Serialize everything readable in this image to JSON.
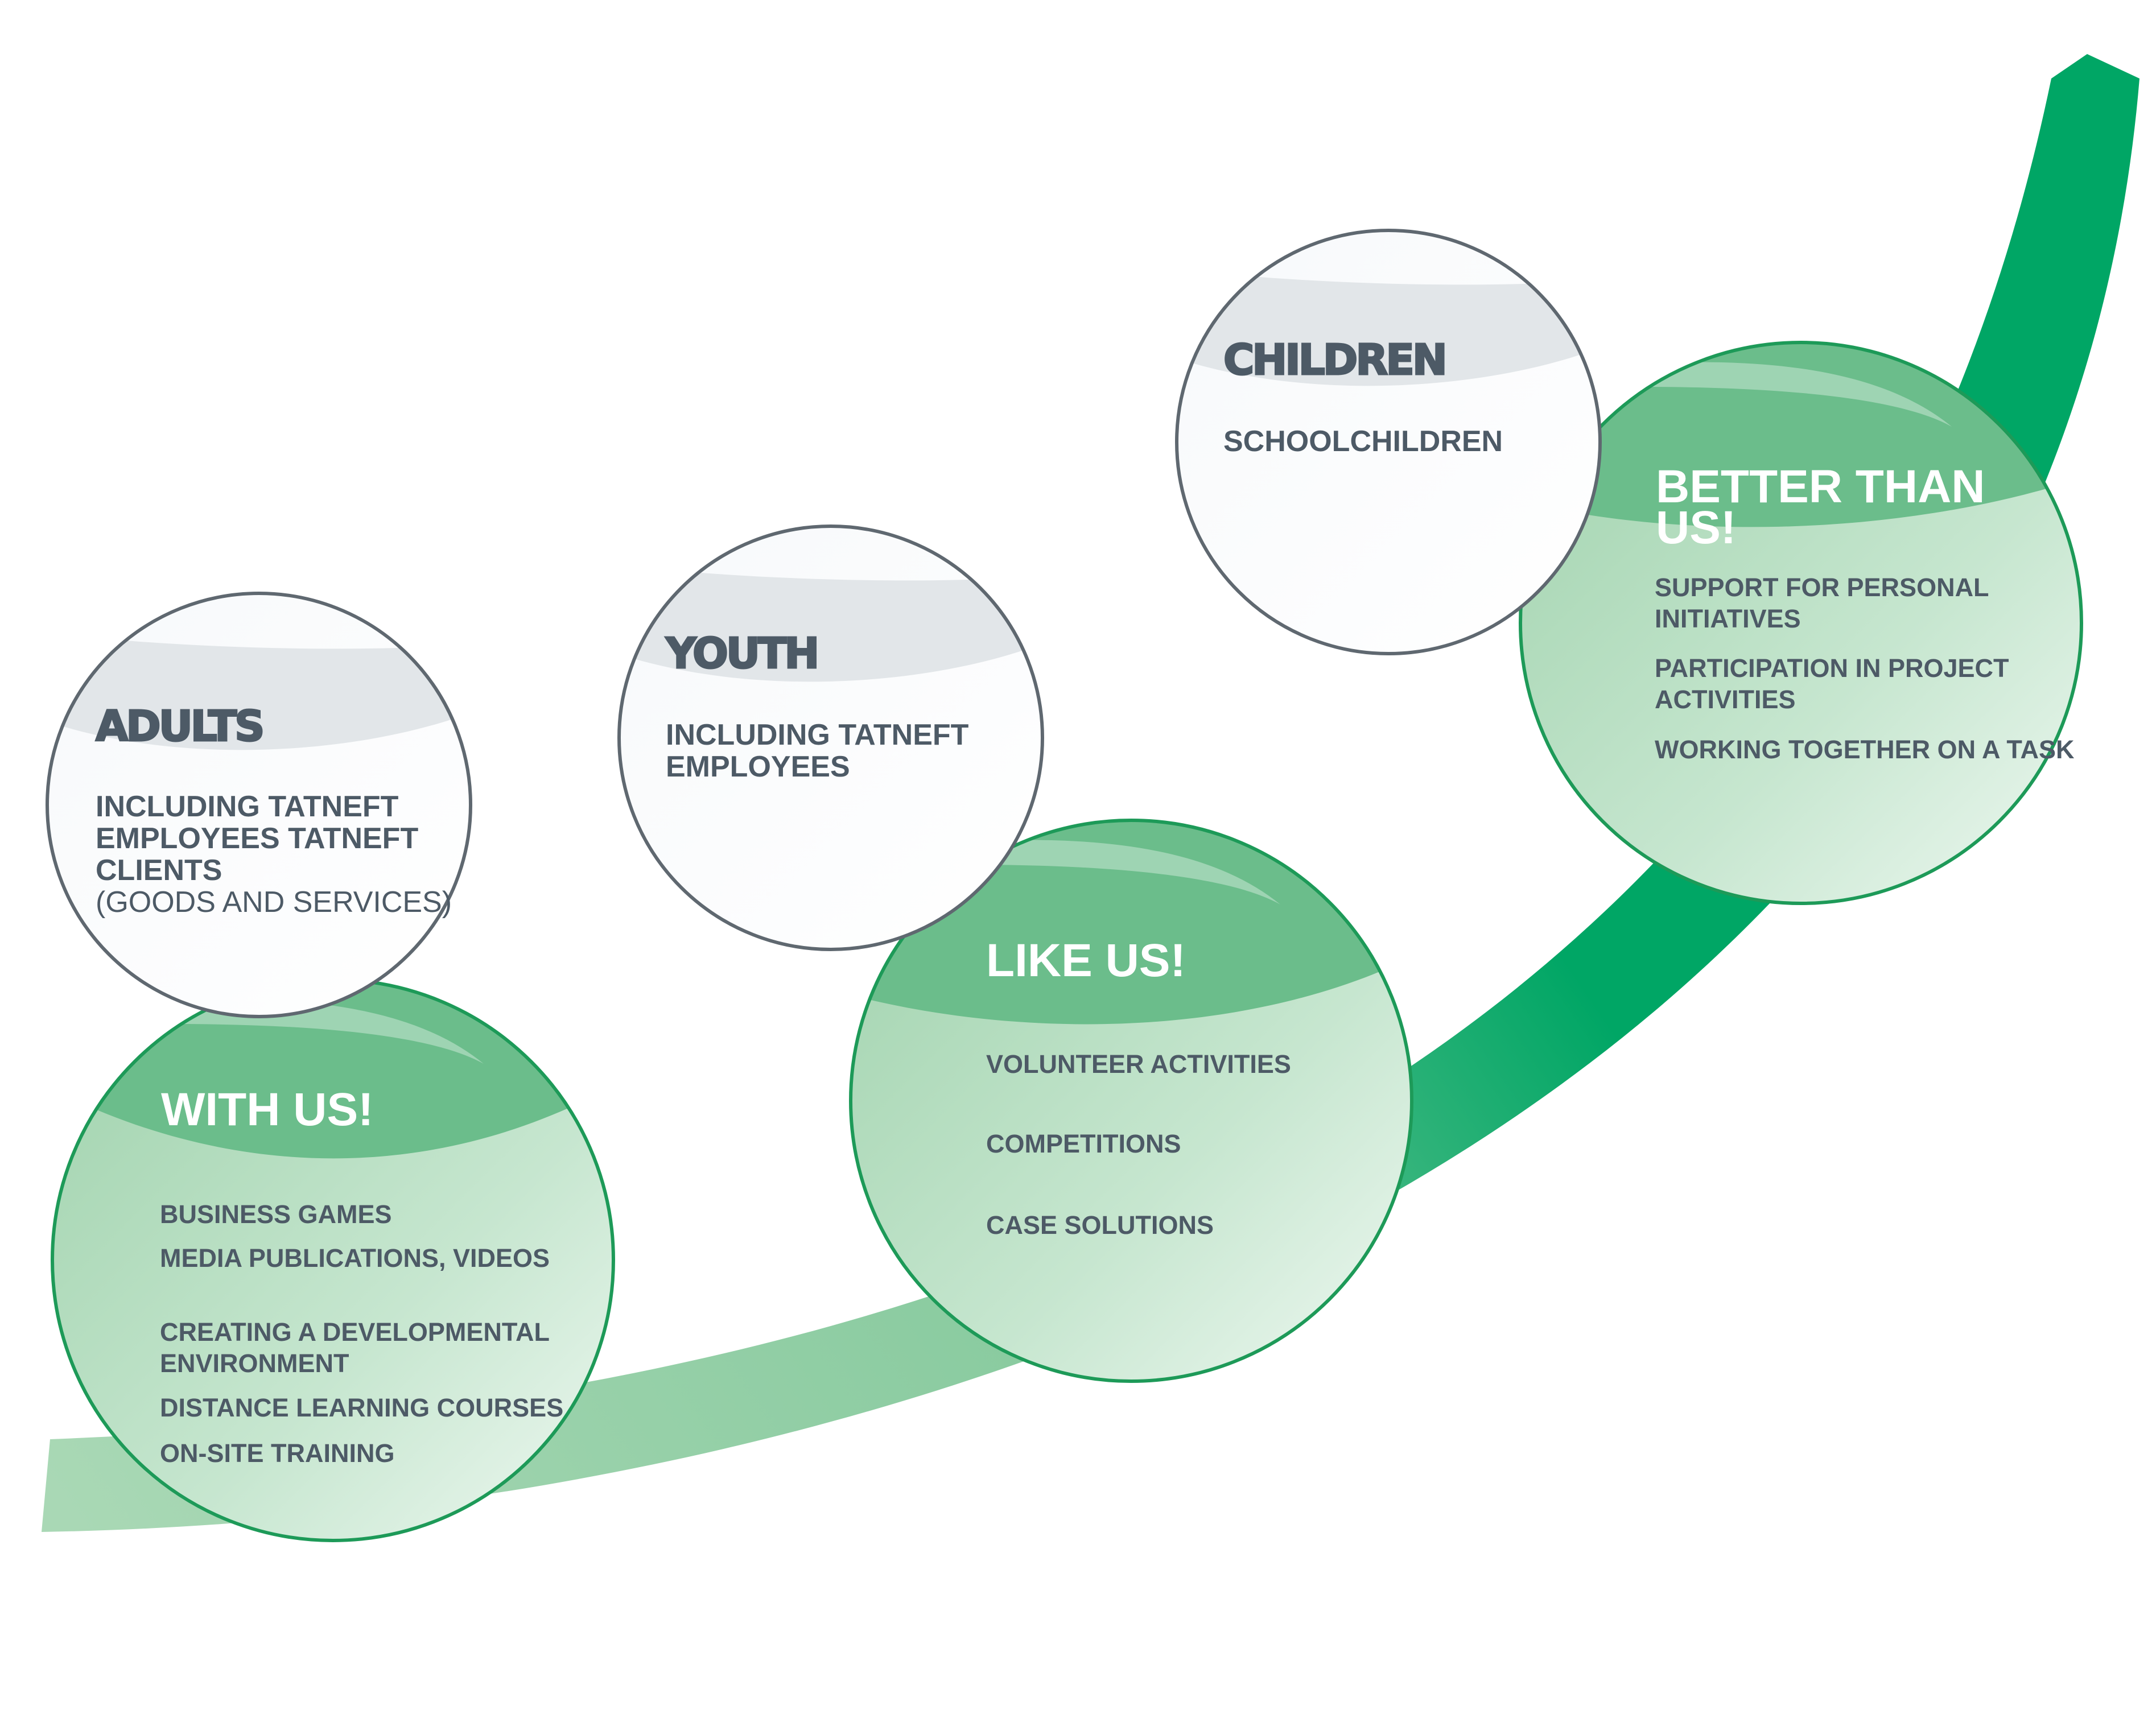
{
  "colors": {
    "curve_dark": "#00a665",
    "curve_light": "#9ccfa9",
    "green_band": "#6bbd8b",
    "green_stroke": "#1d9a58",
    "white_stroke": "#5f6870",
    "white_band": "#e2e6e9",
    "text_gray": "#4d5a66"
  },
  "audiences": [
    {
      "id": "adults",
      "title": "ADULTS",
      "lines": [
        "INCLUDING TATNEFT",
        "EMPLOYEES TATNEFT",
        "CLIENTS"
      ],
      "note": "(GOODS AND SERVICES)"
    },
    {
      "id": "youth",
      "title": "YOUTH",
      "lines": [
        "INCLUDING TATNEFT",
        "EMPLOYEES"
      ]
    },
    {
      "id": "children",
      "title": "CHILDREN",
      "lines": [
        "SCHOOLCHILDREN"
      ]
    }
  ],
  "stages": [
    {
      "id": "with-us",
      "title": "WITH US!",
      "items": [
        "BUSINESS GAMES",
        "MEDIA PUBLICATIONS, VIDEOS",
        "CREATING A DEVELOPMENTAL",
        "ENVIRONMENT",
        "DISTANCE LEARNING COURSES",
        "ON-SITE TRAINING"
      ]
    },
    {
      "id": "like-us",
      "title": "LIKE US!",
      "items": [
        "VOLUNTEER ACTIVITIES",
        "COMPETITIONS",
        "CASE SOLUTIONS"
      ]
    },
    {
      "id": "better-than-us",
      "title_lines": [
        "BETTER THAN",
        "US!"
      ],
      "items": [
        "SUPPORT FOR PERSONAL",
        "INITIATIVES",
        "PARTICIPATION IN PROJECT",
        "ACTIVITIES",
        "WORKING TOGETHER ON A TASK"
      ]
    }
  ]
}
